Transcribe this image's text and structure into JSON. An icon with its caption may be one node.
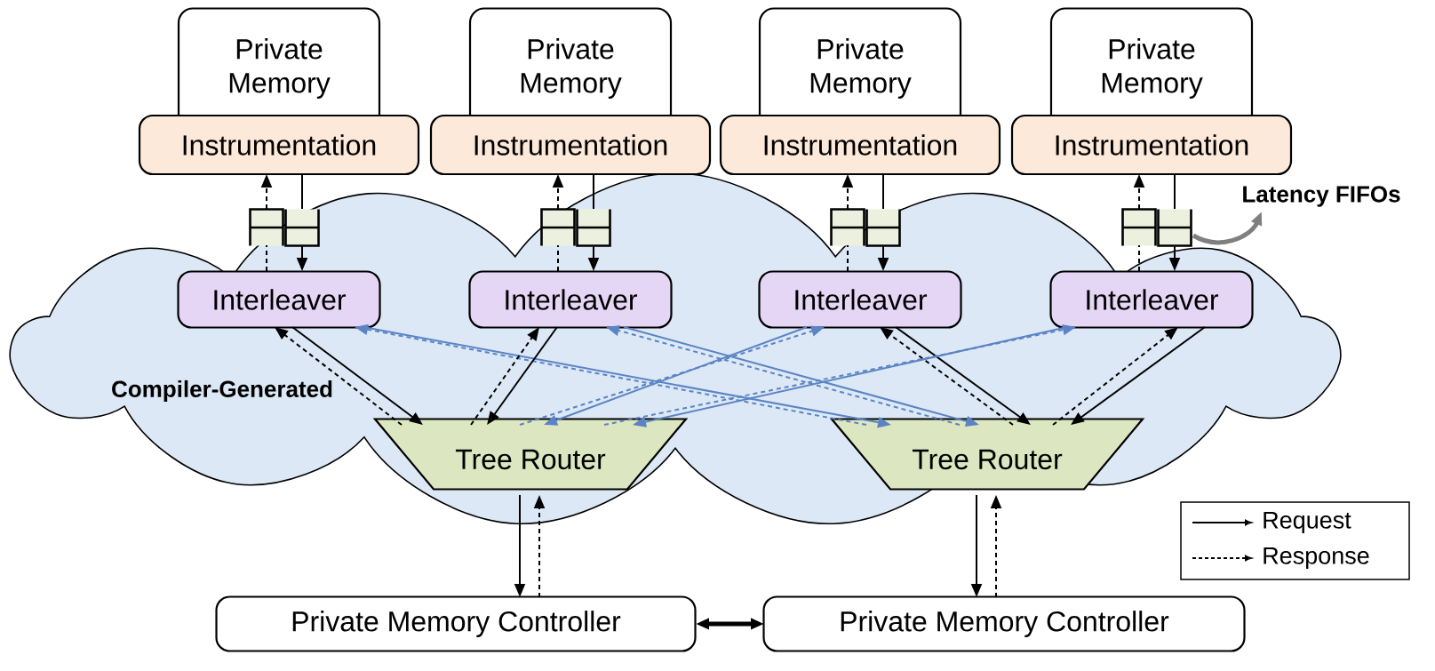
{
  "diagram": {
    "nodes": [
      {
        "text": [
          "Private Memory"
        ]
      },
      {
        "text": [
          "Private Memory"
        ]
      },
      {
        "text": [
          "Private Memory"
        ]
      },
      {
        "text": [
          "Private Memory"
        ]
      },
      {
        "text": [
          "Instrumentation"
        ]
      },
      {
        "text": [
          "Instrumentation"
        ]
      },
      {
        "text": [
          "Instrumentation"
        ]
      },
      {
        "text": [
          "Instrumentation"
        ]
      },
      {
        "text": [],
        "shape": "queue"
      },
      {
        "text": [],
        "shape": "queue"
      },
      {
        "text": [],
        "shape": "queue"
      },
      {
        "text": [],
        "shape": "queue"
      },
      {
        "text": [],
        "shape": "queue"
      },
      {
        "text": [],
        "shape": "queue"
      },
      {
        "text": [],
        "shape": "queue"
      },
      {
        "text": [],
        "shape": "queue"
      },
      {
        "text": [
          "Latency FIFOs"
        ]
      },
      {
        "text": [
          "Interleaver"
        ]
      },
      {
        "text": [
          "Interleaver"
        ]
      },
      {
        "text": [
          "Interleaver"
        ]
      },
      {
        "text": [
          "Interleaver"
        ]
      },
      {
        "text": [
          "Tree Router"
        ]
      },
      {
        "text": [
          "Tree Router"
        ]
      },
      {
        "text": [
          "Private Memory  Controller"
        ]
      },
      {
        "text": [
          "Private Memory  Controller"
        ]
      }
    ],
    "edges": [
      {
        "from": 4,
        "to": 9,
        "arrow": "none"
      },
      {
        "from": 9,
        "to": 17,
        "arrow": "to"
      },
      {
        "from": 17,
        "to": 8,
        "arrow": "none",
        "style": "dashed"
      },
      {
        "from": 8,
        "to": 4,
        "arrow": "to",
        "style": "dashed"
      },
      {
        "from": 5,
        "to": 11,
        "arrow": "none"
      },
      {
        "from": 11,
        "to": 18,
        "arrow": "to"
      },
      {
        "from": 18,
        "to": 10,
        "arrow": "none",
        "style": "dashed"
      },
      {
        "from": 10,
        "to": 5,
        "arrow": "to",
        "style": "dashed"
      },
      {
        "from": 6,
        "to": 13,
        "arrow": "none"
      },
      {
        "from": 13,
        "to": 19,
        "arrow": "to"
      },
      {
        "from": 19,
        "to": 12,
        "arrow": "none",
        "style": "dashed"
      },
      {
        "from": 12,
        "to": 6,
        "arrow": "to",
        "style": "dashed"
      },
      {
        "from": 7,
        "to": 15,
        "arrow": "none"
      },
      {
        "from": 15,
        "to": 20,
        "arrow": "to"
      },
      {
        "from": 20,
        "to": 14,
        "arrow": "none",
        "style": "dashed"
      },
      {
        "from": 14,
        "to": 7,
        "arrow": "to",
        "style": "dashed"
      },
      {
        "from": 17,
        "to": 21,
        "arrow": "to"
      },
      {
        "from": 21,
        "to": 17,
        "arrow": "to",
        "style": "dashed"
      },
      {
        "from": 17,
        "to": 22,
        "arrow": "to",
        "color": "#5b84c4"
      },
      {
        "from": 22,
        "to": 17,
        "arrow": "to",
        "style": "dashed",
        "color": "#5b84c4"
      },
      {
        "from": 18,
        "to": 21,
        "arrow": "to"
      },
      {
        "from": 21,
        "to": 18,
        "arrow": "to",
        "style": "dashed"
      },
      {
        "from": 18,
        "to": 22,
        "arrow": "to",
        "color": "#5b84c4"
      },
      {
        "from": 22,
        "to": 18,
        "arrow": "to",
        "style": "dashed",
        "color": "#5b84c4"
      },
      {
        "from": 19,
        "to": 21,
        "arrow": "to",
        "color": "#5b84c4"
      },
      {
        "from": 21,
        "to": 19,
        "arrow": "to",
        "style": "dashed",
        "color": "#5b84c4"
      },
      {
        "from": 19,
        "to": 22,
        "arrow": "to"
      },
      {
        "from": 22,
        "to": 19,
        "arrow": "to",
        "style": "dashed"
      },
      {
        "from": 20,
        "to": 21,
        "arrow": "to",
        "color": "#5b84c4"
      },
      {
        "from": 21,
        "to": 20,
        "arrow": "to",
        "style": "dashed",
        "color": "#5b84c4"
      },
      {
        "from": 20,
        "to": 22,
        "arrow": "to"
      },
      {
        "from": 22,
        "to": 20,
        "arrow": "to",
        "style": "dashed"
      },
      {
        "from": 21,
        "to": 23,
        "arrow": "to"
      },
      {
        "from": 23,
        "to": 21,
        "arrow": "to",
        "style": "dashed"
      },
      {
        "from": 22,
        "to": 24,
        "arrow": "to"
      },
      {
        "from": 24,
        "to": 22,
        "arrow": "to",
        "style": "dashed"
      },
      {
        "from": 23,
        "to": 24,
        "arrow": "both",
        "style": "thick"
      },
      {
        "from": 15,
        "to": 16,
        "arrow": "to",
        "style": "thick",
        "color": "#7f7f7f"
      }
    ],
    "labels": [
      "Compiler-Generated"
    ],
    "legend": [
      {
        "text": "Request"
      },
      {
        "text": "Response"
      }
    ]
  }
}
